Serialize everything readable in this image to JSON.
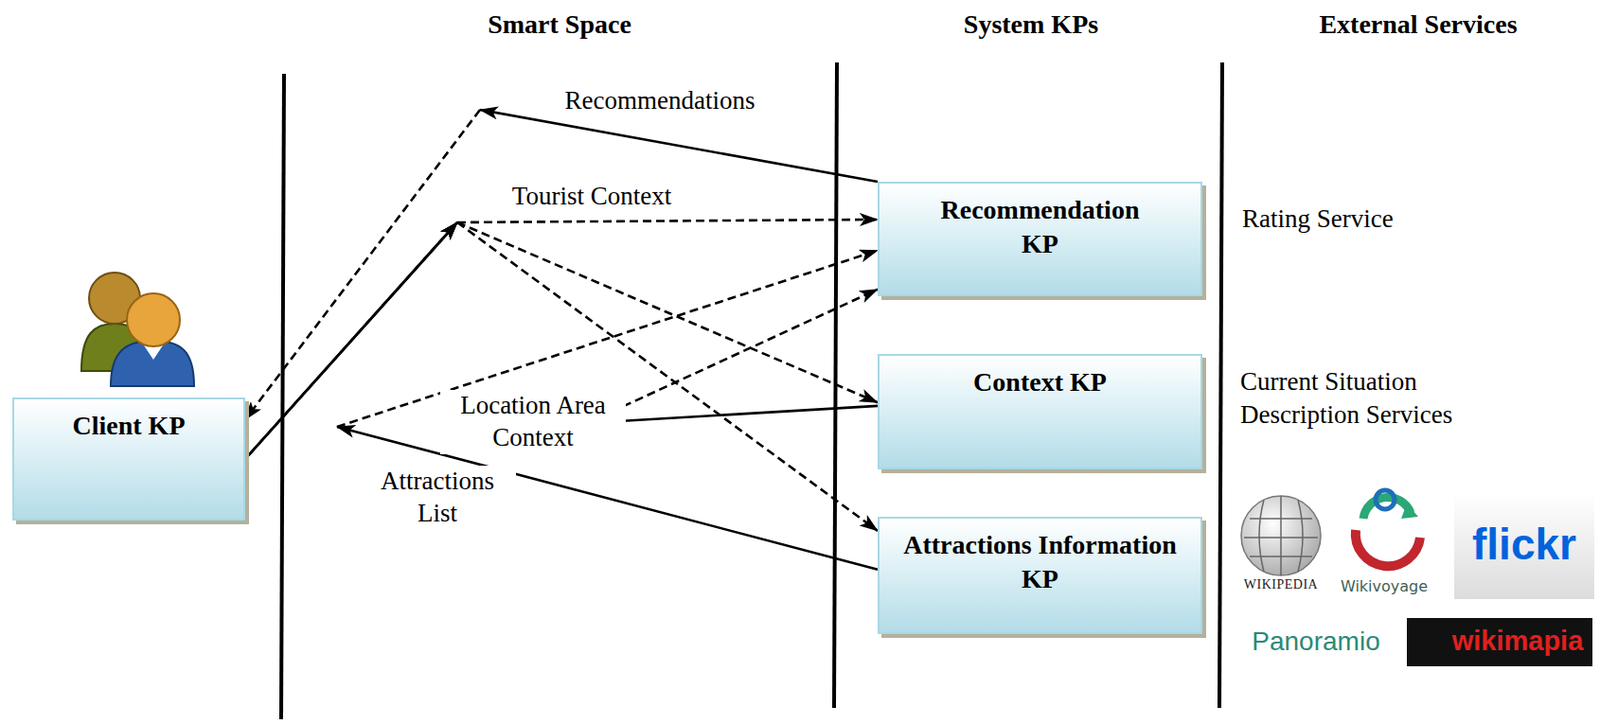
{
  "diagram": {
    "nodes": [
      {
        "text": [
          "Client KP"
        ]
      },
      {
        "text": [
          "Recommendation KP"
        ]
      },
      {
        "text": [
          "Context KP"
        ]
      },
      {
        "text": [
          "Attractions Information KP"
        ]
      }
    ],
    "edges": [
      {
        "from": 0,
        "to": 1,
        "arrow": "to",
        "label": "Tourist Context"
      },
      {
        "from": 0,
        "to": 2,
        "arrow": "to"
      },
      {
        "from": 0,
        "to": 3,
        "arrow": "to"
      },
      {
        "from": 1,
        "to": 0,
        "arrow": "to",
        "label": "Recommendations"
      },
      {
        "from": 2,
        "to": 1,
        "arrow": "to",
        "label": "Location Area Context"
      },
      {
        "from": 3,
        "to": 1,
        "arrow": "to",
        "label": "Attractions List"
      }
    ],
    "labels": [
      "Smart Space",
      "System KPs",
      "External Services",
      "Rating Service",
      "Current Situation Description Services",
      "WIKIPEDIA",
      "Wikivoyage",
      "flickr",
      "Panoramio",
      "wikimapia"
    ]
  }
}
